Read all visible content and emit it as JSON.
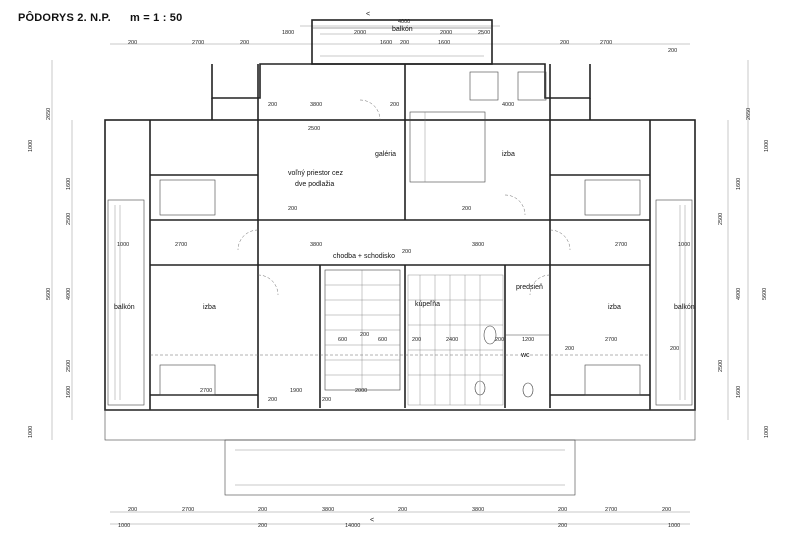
{
  "header": {
    "title": "PÔDORYS 2. N.P.",
    "scale": "m = 1 : 50"
  },
  "north_arrow": "<",
  "rooms": {
    "balkon_top": "balkón",
    "open_space": [
      "voľný priestor cez",
      "dve podlažia"
    ],
    "galeria": "galéria",
    "izba_top": "izba",
    "corridor": "chodba + schodisko",
    "balkon_left": "balkón",
    "izba_left": "izba",
    "kupelna": "kúpeľňa",
    "predsien": "predsieň",
    "wc": "wc",
    "izba_right": "izba",
    "balkon_right": "balkón"
  },
  "dimensions": {
    "top_total": "4000",
    "top_row": [
      "1800",
      "2000",
      "1600",
      "200",
      "1600",
      "2000",
      "2500"
    ],
    "top_outer": [
      "200",
      "2700",
      "200",
      "200",
      "2700",
      "200"
    ],
    "bottom_row1": [
      "200",
      "2700",
      "200",
      "3800",
      "200",
      "3800",
      "200",
      "2700",
      "200"
    ],
    "bottom_row2": [
      "1000",
      "200",
      "14000",
      "200",
      "1000"
    ],
    "interior": [
      "200",
      "3800",
      "200",
      "3800",
      "200",
      "1000",
      "2700",
      "1000",
      "2700",
      "200",
      "1900",
      "200",
      "2000",
      "200",
      "2400",
      "200",
      "1200",
      "2700",
      "200",
      "2700",
      "200",
      "200",
      "2500",
      "4000",
      "3800",
      "600",
      "200",
      "600",
      "200"
    ],
    "left_vertical": [
      "2650",
      "1000",
      "1600",
      "2500",
      "5600",
      "4900",
      "2500",
      "1600",
      "1000"
    ],
    "right_vertical": [
      "2650",
      "1000",
      "1600",
      "2500",
      "5600",
      "4900",
      "2500",
      "1600",
      "1000"
    ]
  }
}
